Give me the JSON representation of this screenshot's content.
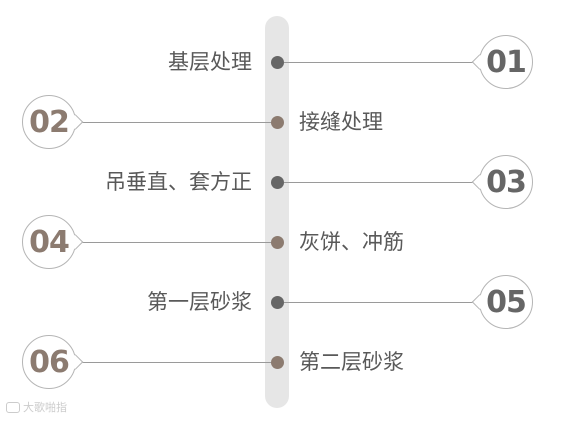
{
  "colors": {
    "dark_gray": "#666666",
    "taupe": "#8c7b70",
    "timeline": "#e6e6e6",
    "text": "#595959"
  },
  "steps": [
    {
      "number": "01",
      "label": "基层处理",
      "label_side": "left",
      "color": "#666666"
    },
    {
      "number": "02",
      "label": "接缝处理",
      "label_side": "right",
      "color": "#8c7b70"
    },
    {
      "number": "03",
      "label": "吊垂直、套方正",
      "label_side": "left",
      "color": "#666666"
    },
    {
      "number": "04",
      "label": "灰饼、冲筋",
      "label_side": "right",
      "color": "#8c7b70"
    },
    {
      "number": "05",
      "label": "第一层砂浆",
      "label_side": "left",
      "color": "#666666"
    },
    {
      "number": "06",
      "label": "第二层砂浆",
      "label_side": "right",
      "color": "#8c7b70"
    }
  ],
  "watermark": {
    "text": "大歌啪指",
    "icon": "camera-icon"
  }
}
